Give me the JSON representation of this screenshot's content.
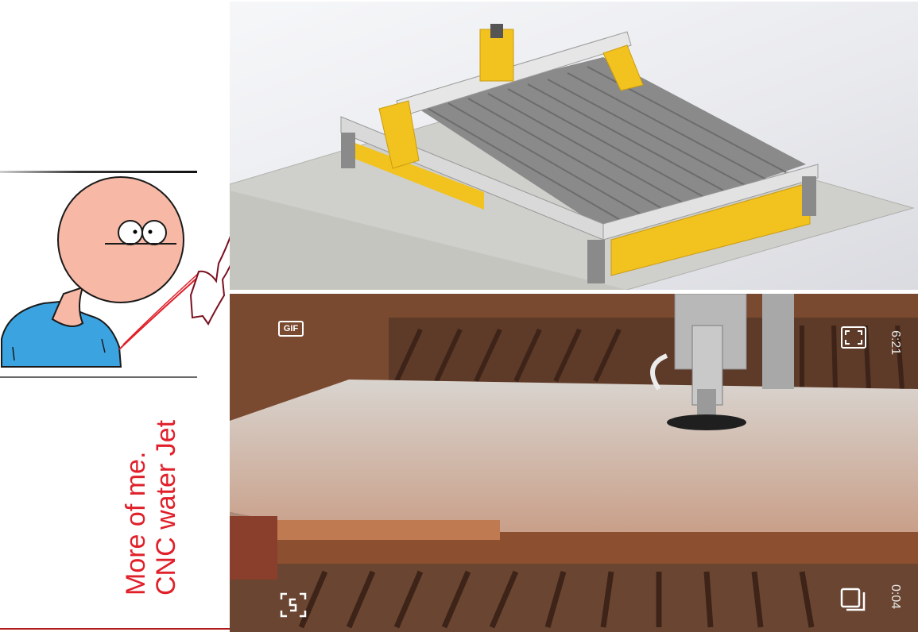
{
  "caption": {
    "line1": "More of me.",
    "line2": "CNC water Jet"
  },
  "photo_overlay": {
    "gif_label": "GIF",
    "time_top": "6:21",
    "time_bottom": "0:04"
  },
  "colors": {
    "caption_red": "#e0202a",
    "cartoon_face": "#f7b9a5",
    "cartoon_shirt": "#3aa3e0",
    "frame_yellow": "#f2c21e",
    "rust": "#8a4a2c"
  },
  "icons": [
    "gif-icon",
    "fullscreen-icon",
    "capture-icon",
    "copy-icon"
  ]
}
